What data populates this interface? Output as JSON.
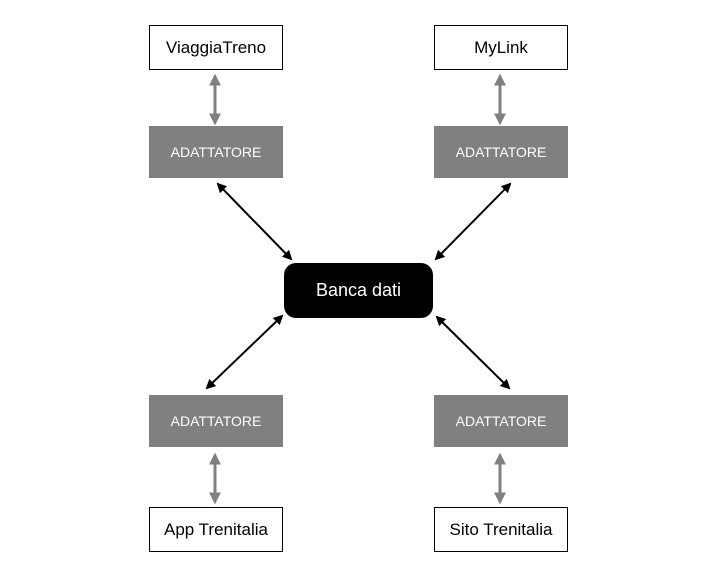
{
  "diagram": {
    "hub": {
      "label": "Banca dati"
    },
    "systems": {
      "top_left": "ViaggiaTreno",
      "top_right": "MyLink",
      "bottom_left": "App Trenitalia",
      "bottom_right": "Sito Trenitalia"
    },
    "adapters": {
      "top_left": "ADATTATORE",
      "top_right": "ADATTATORE",
      "bottom_left": "ADATTATORE",
      "bottom_right": "ADATTATORE"
    },
    "colors": {
      "system_fill": "#ffffff",
      "system_border": "#000000",
      "adapter_fill": "#808080",
      "adapter_text": "#ffffff",
      "hub_fill": "#000000",
      "hub_text": "#ffffff",
      "connector_gray": "#808080",
      "connector_black": "#000000"
    }
  }
}
